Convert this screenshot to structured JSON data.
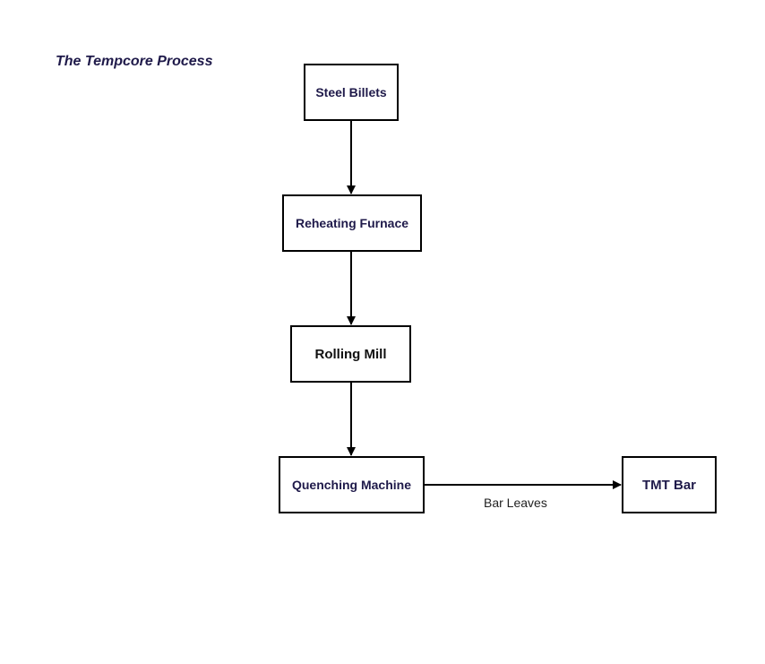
{
  "title": "The Tempcore Process",
  "nodes": {
    "steel_billets": "Steel Billets",
    "reheating_furnace": "Reheating Furnace",
    "rolling_mill": "Rolling Mill",
    "quenching_machine": "Quenching Machine",
    "tmt_bar": "TMT Bar"
  },
  "edges": [
    {
      "from": "steel_billets",
      "to": "reheating_furnace",
      "label": ""
    },
    {
      "from": "reheating_furnace",
      "to": "rolling_mill",
      "label": ""
    },
    {
      "from": "rolling_mill",
      "to": "quenching_machine",
      "label": ""
    },
    {
      "from": "quenching_machine",
      "to": "tmt_bar",
      "label": "Bar Leaves"
    }
  ],
  "colors": {
    "text": "#1f1a4a",
    "border": "#000000"
  }
}
